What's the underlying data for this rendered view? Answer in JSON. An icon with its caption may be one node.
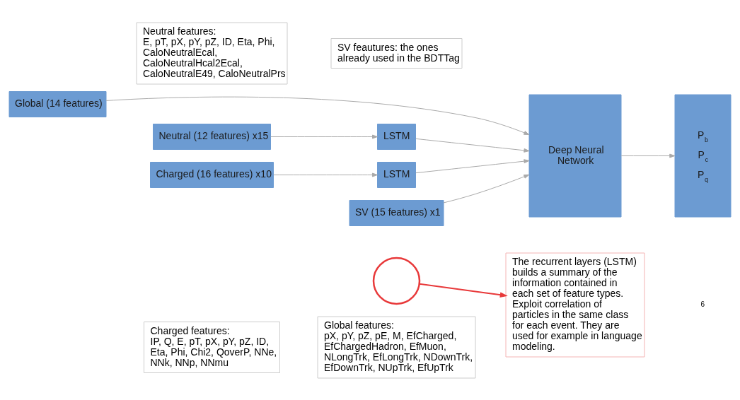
{
  "diagram": {
    "nodes": [
      {
        "text": [
          "Charged (16 features) x10"
        ]
      },
      {
        "text": [
          "Neutral (12 features) x15"
        ]
      },
      {
        "text": [
          "SV (15 features) x1"
        ]
      },
      {
        "text": [
          "Global (14 features)"
        ]
      },
      {
        "text": [],
        "shape": "circle"
      },
      {
        "text": [
          "LSTM"
        ]
      },
      {
        "text": [
          "LSTM"
        ]
      },
      {
        "text": [
          "Deep Neural Network"
        ]
      },
      {
        "text": [
          "P$_{b}$",
          "P$_{c}$",
          "P$_{q}$"
        ]
      },
      {
        "text": [
          "The recurrent layers (LSTM) builds a summary of the information contained in each set of feature types. Exploit correlation of particles in the same class for each event. They are used for example in language modeling."
        ]
      },
      {
        "text": [
          "Charged features:",
          "IP, Q, E, pT, pX, pY, pZ, ID, Eta, Phi, Chi2, QoverP, NNe, NNk, NNp, NNmu"
        ]
      },
      {
        "text": [
          "Neutral features:",
          "E, pT, pX, pY, pZ, ID, Eta, Phi, CaloNeutralEcal, CaloNeutralHcal2Ecal, CaloNeutralE49, CaloNeutralPrs"
        ]
      },
      {
        "text": [
          "Global features:",
          "pX, pY, pZ, pE, M, EfCharged, EfChargedHadron, EfMuon, NLongTrk, EfLongTrk, NDownTrk, EfDownTrk, NUpTrk, EfUpTrk"
        ]
      },
      {
        "text": [
          "SV feautures: the ones already used in the BDTTag"
        ]
      }
    ],
    "edges": [
      {
        "from": 0,
        "to": 5,
        "arrow": "to"
      },
      {
        "from": 1,
        "to": 6,
        "arrow": "to"
      },
      {
        "from": 5,
        "to": 7,
        "arrow": "to"
      },
      {
        "from": 6,
        "to": 7,
        "arrow": "to"
      },
      {
        "from": 2,
        "to": 7,
        "arrow": "to"
      },
      {
        "from": 3,
        "to": 7,
        "arrow": "to"
      },
      {
        "from": 7,
        "to": 8,
        "arrow": "to"
      },
      {
        "from": 4,
        "to": 9,
        "arrow": "to",
        "color": "#e8393a"
      }
    ],
    "labels": [
      "6"
    ]
  }
}
